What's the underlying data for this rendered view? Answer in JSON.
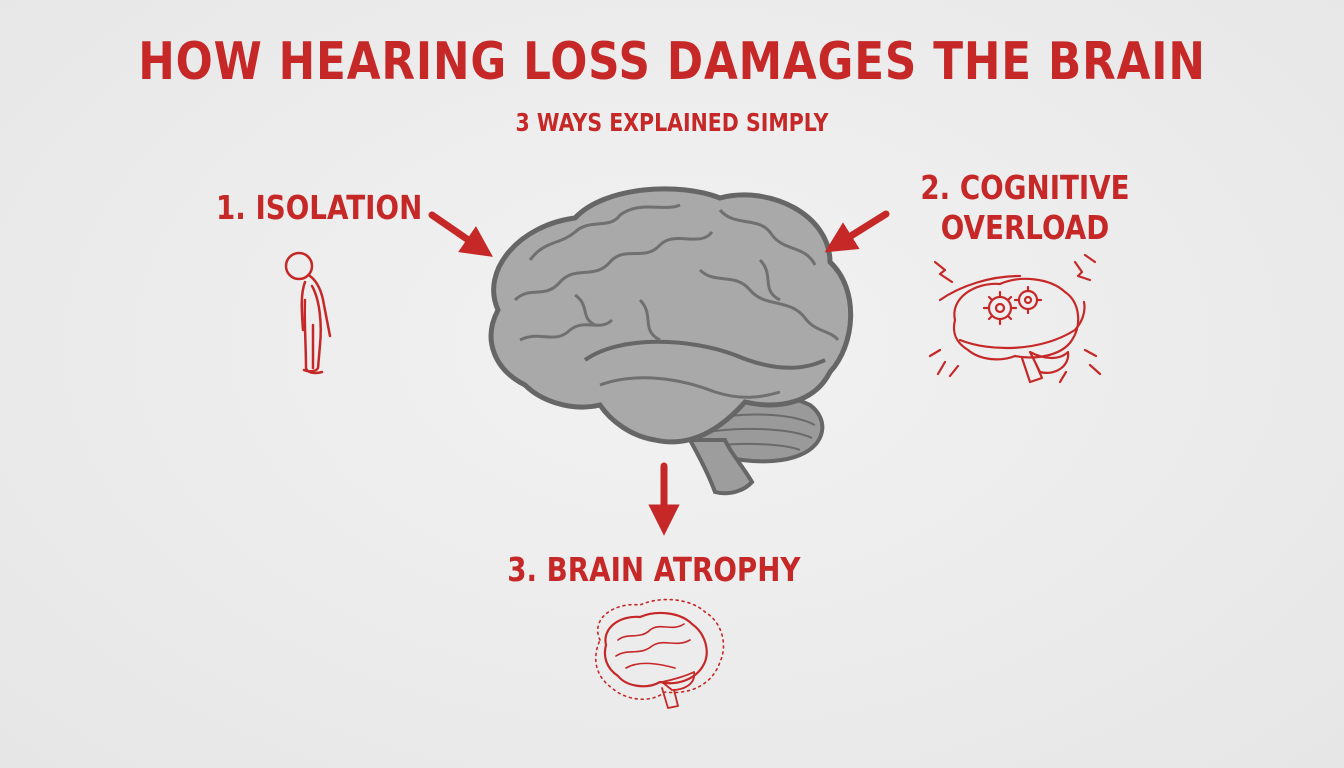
{
  "title": "HOW HEARING LOSS DAMAGES THE BRAIN",
  "subtitle": "3 WAYS EXPLAINED SIMPLY",
  "items": [
    {
      "label": "1. ISOLATION",
      "icon": "lonely-person-icon"
    },
    {
      "label_lines": [
        "2. COGNITIVE",
        "OVERLOAD"
      ],
      "icon": "overloaded-brain-gears-icon"
    },
    {
      "label": "3. BRAIN ATROPHY",
      "icon": "shrinking-brain-icon"
    }
  ],
  "colors": {
    "accent": "#c62828",
    "brain_fill": "#a9a9a9",
    "brain_stroke": "#666666",
    "background": "#ececec"
  }
}
